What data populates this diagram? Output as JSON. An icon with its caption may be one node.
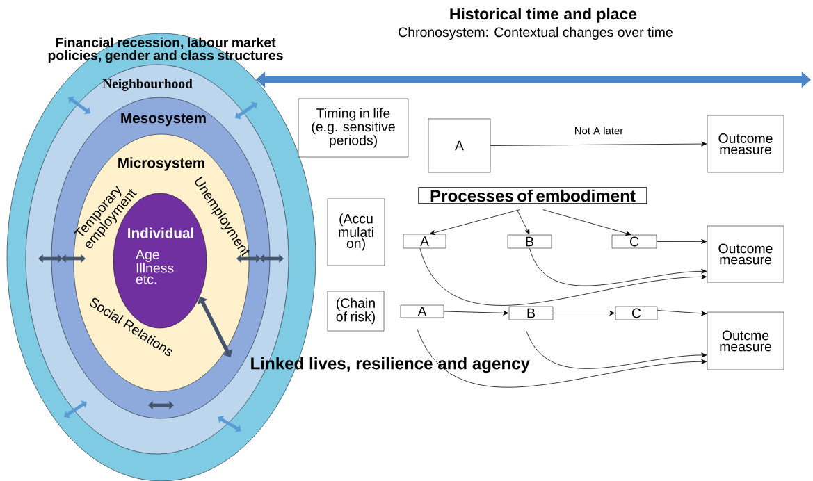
{
  "diagram": {
    "title": "Historical time and place",
    "nodes": [
      {
        "text": [
          "Financial recession, labour market policies, gender and class structures"
        ]
      },
      {
        "text": [
          "Neighbourhood"
        ],
        "in": 0
      },
      {
        "text": [
          "Mesosystem"
        ],
        "in": 1
      },
      {
        "text": [
          "Microsystem",
          "Temporary employment",
          "Unemployment",
          "Social Relations"
        ],
        "in": 2
      },
      {
        "text": [
          "Individual",
          "Age Illness etc."
        ],
        "in": 3
      },
      {
        "text": [
          "Timing in life (e.g. sensitive periods)"
        ]
      },
      {
        "text": [
          "A"
        ]
      },
      {
        "text": [
          "Outcome measure"
        ]
      },
      {
        "text": [
          "Processes of embodiment"
        ]
      },
      {
        "text": [
          "(Accu mulati on)"
        ]
      },
      {
        "text": [
          "A"
        ]
      },
      {
        "text": [
          "B"
        ]
      },
      {
        "text": [
          "C"
        ]
      },
      {
        "text": [
          "Outcome measure"
        ]
      },
      {
        "text": [
          "(Chain of risk)"
        ]
      },
      {
        "text": [
          "A"
        ]
      },
      {
        "text": [
          "B"
        ]
      },
      {
        "text": [
          "C"
        ]
      },
      {
        "text": [
          "Outcme measure"
        ]
      },
      {
        "text": [
          "Linked lives, resilience and agency"
        ]
      }
    ],
    "edges": [
      {
        "from": 6,
        "to": 7,
        "arrow": "to",
        "label": "Not A later"
      },
      {
        "from": 8,
        "to": 10,
        "arrow": "to"
      },
      {
        "from": 8,
        "to": 11,
        "arrow": "to"
      },
      {
        "from": 8,
        "to": 12,
        "arrow": "to"
      },
      {
        "from": 12,
        "to": 13,
        "arrow": "to"
      },
      {
        "from": 10,
        "to": 13,
        "arrow": "to"
      },
      {
        "from": 11,
        "to": 13,
        "arrow": "to"
      },
      {
        "from": 15,
        "to": 16,
        "arrow": "to"
      },
      {
        "from": 16,
        "to": 17,
        "arrow": "to"
      },
      {
        "from": 17,
        "to": 18,
        "arrow": "to"
      },
      {
        "from": 15,
        "to": 18,
        "arrow": "to"
      },
      {
        "from": 16,
        "to": 18,
        "arrow": "to"
      },
      {
        "from": 0,
        "to": null,
        "arrow": "both",
        "style": "thick",
        "color": "#4a86c8"
      },
      {
        "from": 19,
        "to": 4,
        "arrow": "both",
        "style": "thick",
        "color": "#44546a"
      }
    ],
    "labels": [
      "Chronosystem:  Contextual changes over time"
    ]
  }
}
